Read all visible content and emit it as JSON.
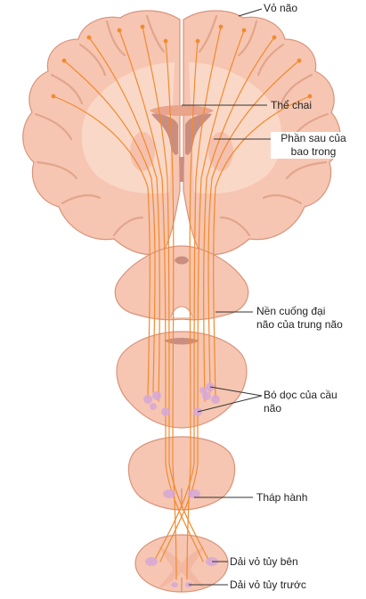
{
  "labels": {
    "cortex": "Vỏ não",
    "corpus_callosum": "Thể chai",
    "internal_capsule_line1": "Phần sau của",
    "internal_capsule_line2": "bao trong",
    "cerebral_peduncle_line1": "Nền cuống đại",
    "cerebral_peduncle_line2": "não của trung não",
    "pons_bundles_line1": "Bó dọc của cầu",
    "pons_bundles_line2": "não",
    "pyramid": "Tháp hành",
    "lateral_tract": "Dải vỏ tủy bên",
    "anterior_tract": "Dải vỏ tủy trước"
  },
  "colors": {
    "tissue": "#f6c6b2",
    "tissue_dark": "#e9a48c",
    "tissue_light": "#fbdccd",
    "outline": "#d9937a",
    "fiber": "#f28a2e",
    "nucleus": "#d7a8d8",
    "ventricle": "#c98e80"
  }
}
